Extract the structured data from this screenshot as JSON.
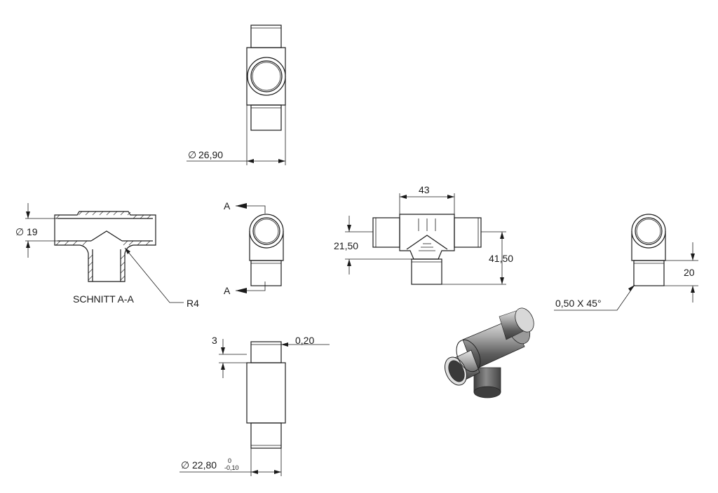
{
  "dimensions": {
    "d_outer": "26,90",
    "d_inner": "19",
    "d_stub": "22,80",
    "tol_upper": "0",
    "tol_lower": "-0,10",
    "length_43": "43",
    "height_21": "21,50",
    "height_41": "41,50",
    "stub_20": "20",
    "chamfer": "0,50 X 45°",
    "gap_3": "3",
    "gap_020": "0,20",
    "radius": "R4"
  },
  "section": {
    "title": "SCHNITT A-A",
    "label_a_top": "A",
    "label_a_bottom": "A"
  },
  "symbols": {
    "diameter": "∅"
  }
}
